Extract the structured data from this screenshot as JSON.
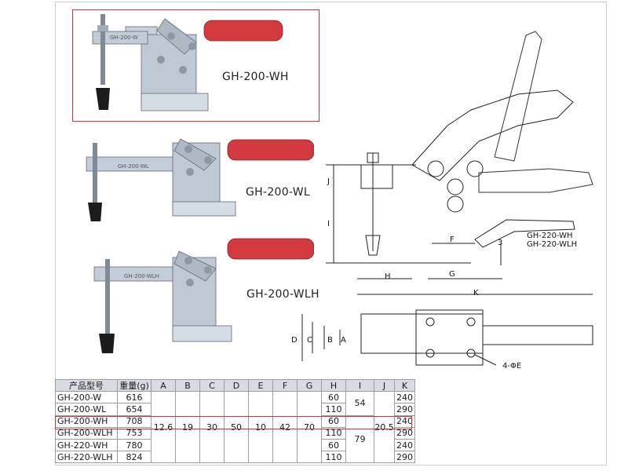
{
  "products": [
    {
      "model": "GH-200-WH"
    },
    {
      "model": "GH-200-WL"
    },
    {
      "model": "GH-200-WLH"
    }
  ],
  "drawing": {
    "dimensions": [
      "J",
      "I",
      "H",
      "F",
      "G",
      "K",
      "D",
      "C",
      "A",
      "B",
      "3"
    ],
    "variant_labels": [
      "GH-220-WH",
      "GH-220-WLH"
    ],
    "hole_note": "4-ΦE"
  },
  "table": {
    "headers": [
      "产品型号",
      "重量(g)",
      "A",
      "B",
      "C",
      "D",
      "E",
      "F",
      "G",
      "H",
      "I",
      "J",
      "K"
    ],
    "rows": [
      {
        "model": "GH-200-W",
        "weight": "616",
        "H": "60"
      },
      {
        "model": "GH-200-WL",
        "weight": "654",
        "H": "110"
      },
      {
        "model": "GH-200-WH",
        "weight": "708",
        "H": "60"
      },
      {
        "model": "GH-200-WLH",
        "weight": "753",
        "H": "110"
      },
      {
        "model": "GH-220-WH",
        "weight": "780",
        "H": "60"
      },
      {
        "model": "GH-220-WLH",
        "weight": "824",
        "H": "110"
      }
    ],
    "k_values": [
      "240",
      "290",
      "240",
      "290",
      "240",
      "290"
    ],
    "shared": {
      "A": "12.6",
      "B": "19",
      "C": "30",
      "D": "50",
      "E": "10",
      "F": "42",
      "G": "70",
      "J": "20.5"
    },
    "I_values": [
      "54",
      "79"
    ]
  },
  "colors": {
    "highlight": "#c0393b",
    "handle_red": "#d33a3f",
    "steel": "#b8c4d0",
    "header_bg": "#d7dce2"
  }
}
